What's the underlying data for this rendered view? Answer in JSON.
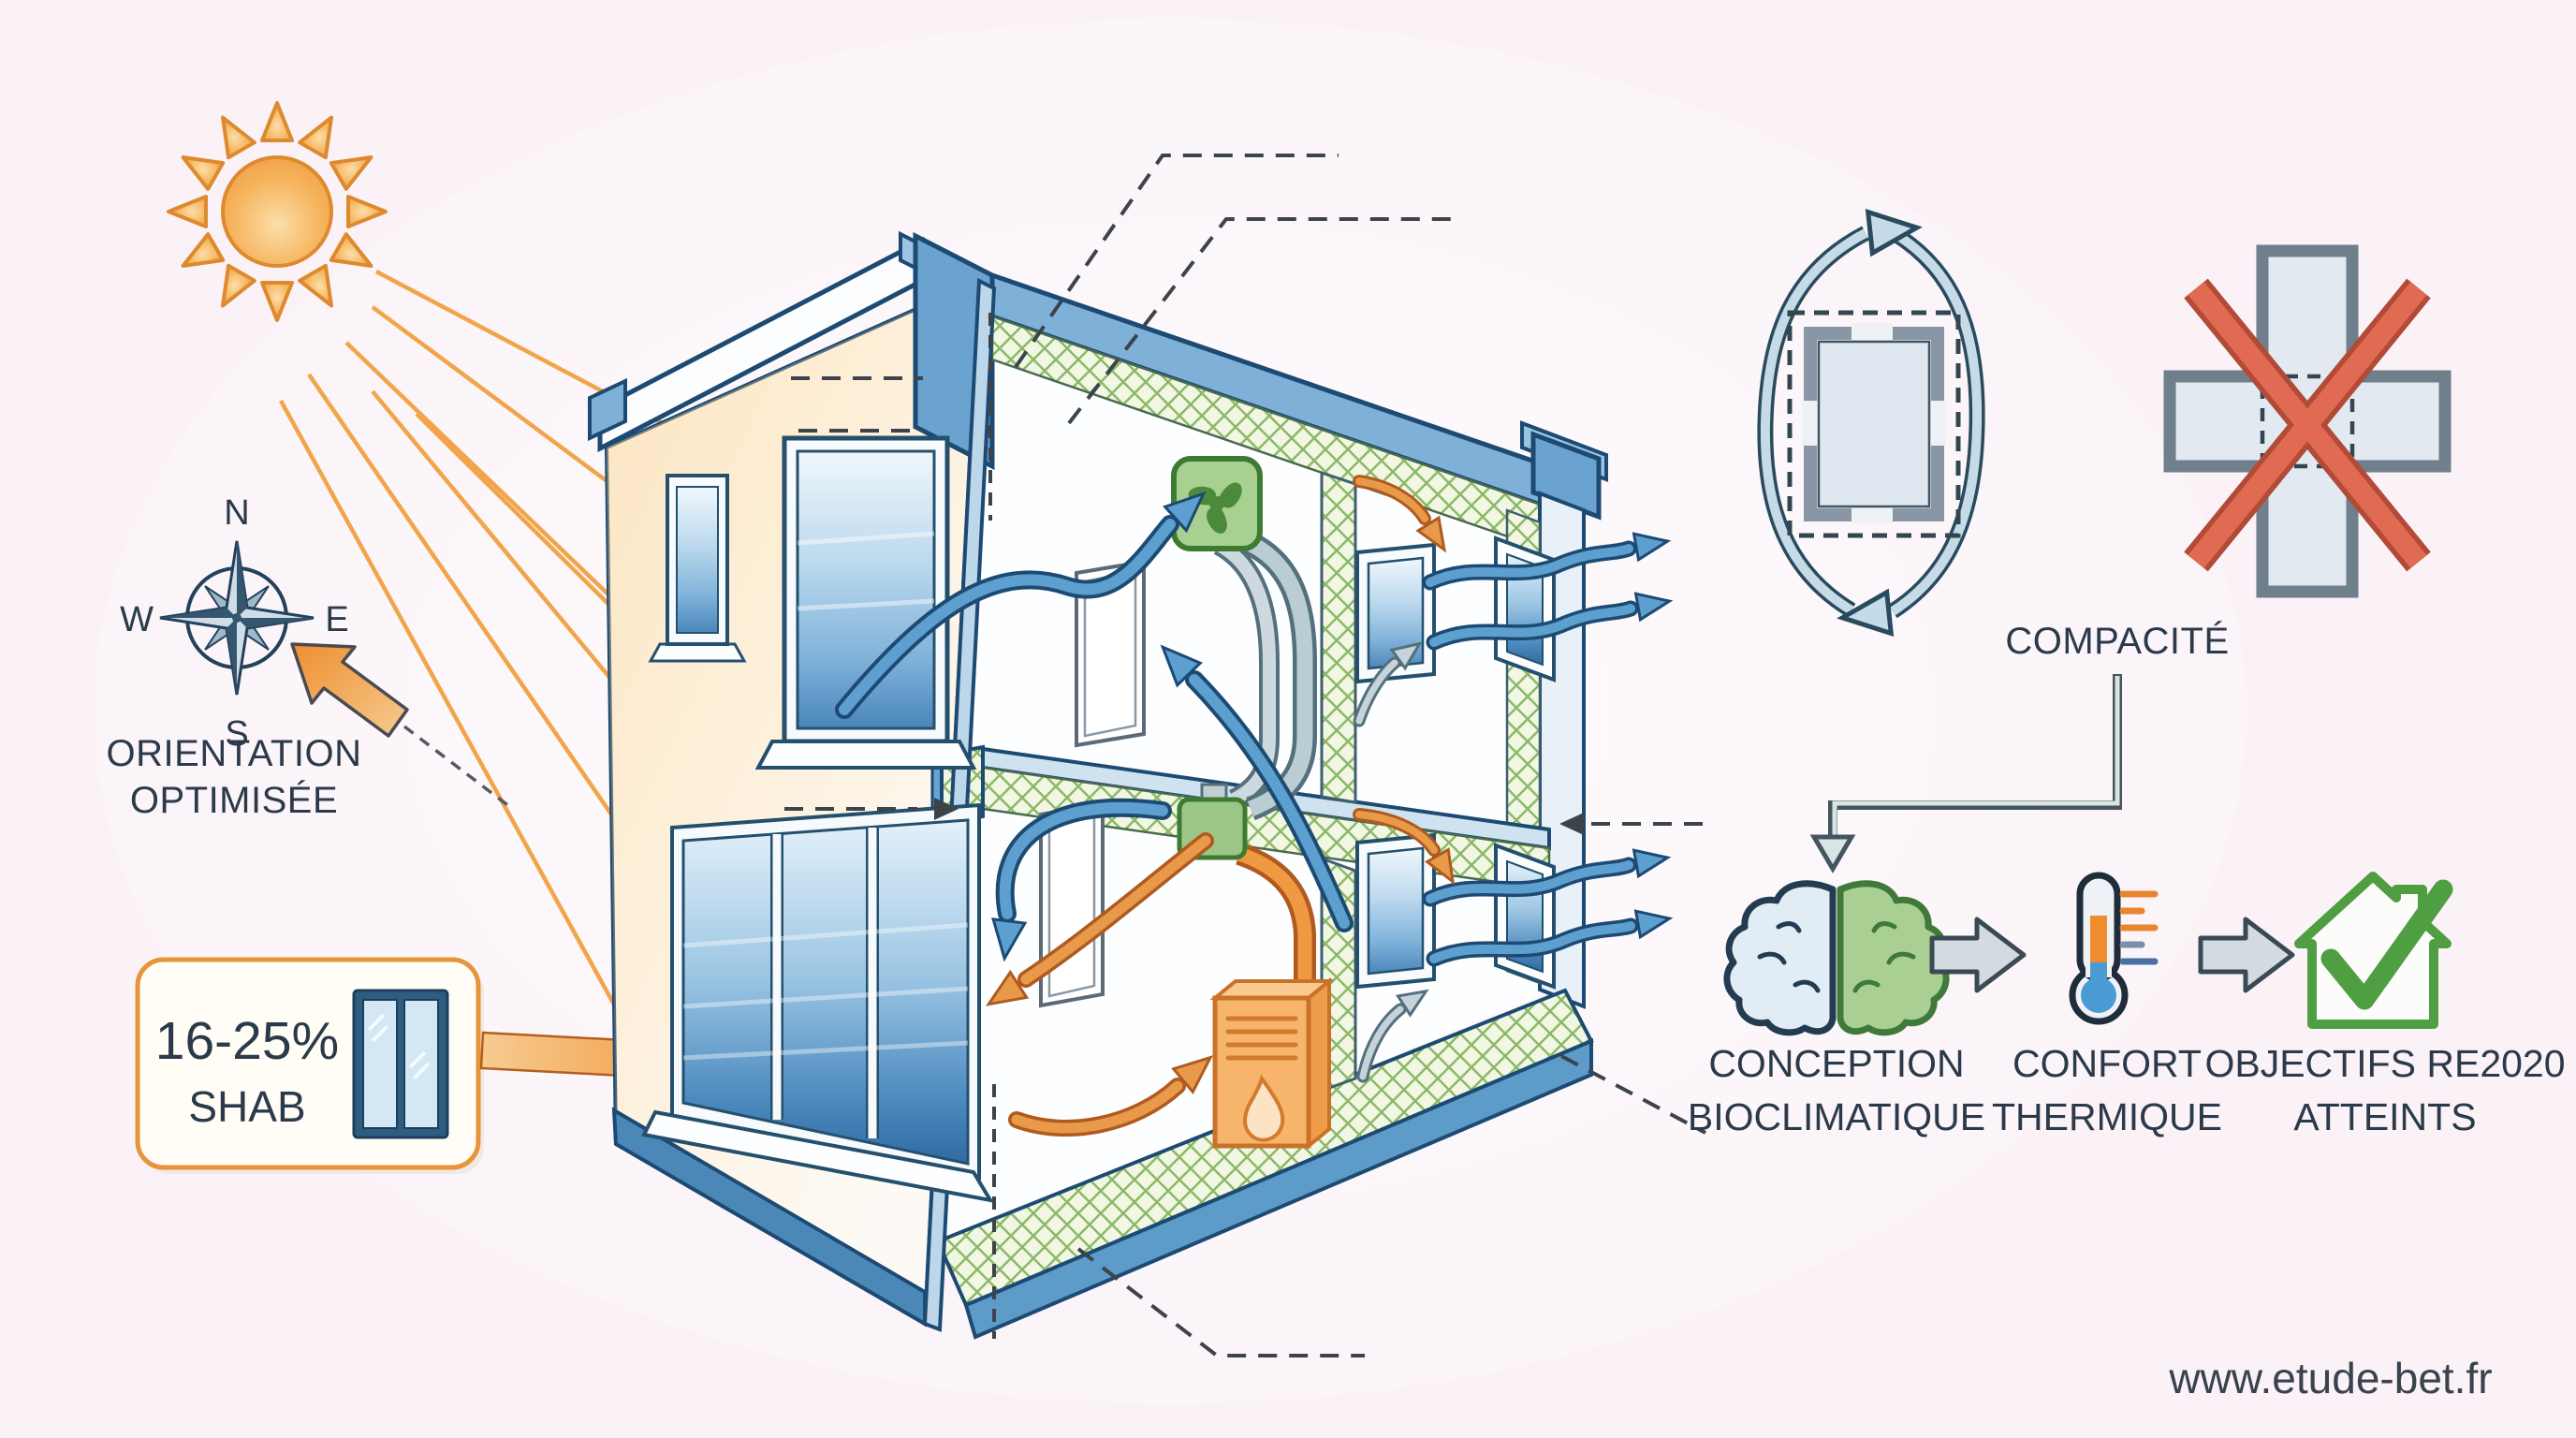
{
  "background": "#faf2f7",
  "compass": {
    "north": "N",
    "east": "E",
    "south": "S",
    "west": "W"
  },
  "orientation": {
    "line1": "ORIENTATION",
    "line2": "OPTIMISÉE"
  },
  "shab": {
    "value": "16-25%",
    "unit": "SHAB"
  },
  "compacite": {
    "label": "COMPACITÉ"
  },
  "flow": {
    "steps": [
      {
        "line1": "CONCEPTION",
        "line2": "BIOCLIMATIQUE"
      },
      {
        "line1": "CONFORT",
        "line2": "THERMIQUE"
      },
      {
        "line1": "OBJECTIFS RE2020",
        "line2": "ATTEINTS"
      }
    ]
  },
  "footer": {
    "website": "www.etude-bet.fr"
  },
  "colors": {
    "accent_orange": "#ec8f33",
    "structure_blue": "#1d4a73",
    "insulation_green": "#8cb868",
    "eco_green": "#4f9e42",
    "alert_red": "#d8604c",
    "text": "#2b3a4a"
  },
  "icons": {
    "sun": "sun-icon",
    "compass": "compass-rose-icon",
    "window": "double-casement-window-icon",
    "fan": "ventilation-fan-icon",
    "heat_exchanger": "heat-exchanger-icon",
    "boiler": "boiler-flame-icon",
    "rotation": "rotating-arrows-icon",
    "compact_plan": "compact-floor-plan-icon",
    "spread_plan": "cross-floor-plan-icon",
    "red_cross": "red-x-icon",
    "brain": "brain-icon",
    "thermometer": "thermometer-icon",
    "house_check": "house-checkmark-icon"
  }
}
